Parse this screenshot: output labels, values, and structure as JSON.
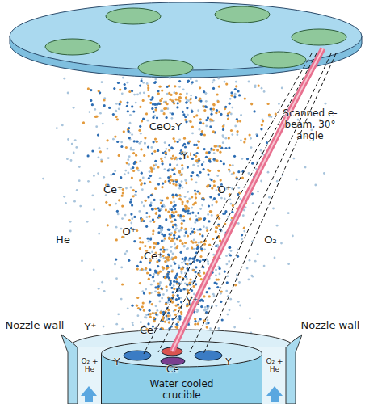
{
  "diagram": {
    "nodes": [
      {
        "text": [
          "Water cooled crucible"
        ]
      }
    ],
    "labels": [
      "CeO₂Y",
      "Scanned e-beam, 30° angle",
      "Y⁺",
      "Ce⁺",
      "O⁺",
      "He",
      "O⁺",
      "O₂",
      "Ce⁺",
      "Y⁺",
      "Nozzle wall",
      "Nozzle wall",
      "Y⁺",
      "Ce⁺",
      "Y",
      "Ce",
      "Y",
      "O₂ + He",
      "O₂ + He"
    ]
  }
}
